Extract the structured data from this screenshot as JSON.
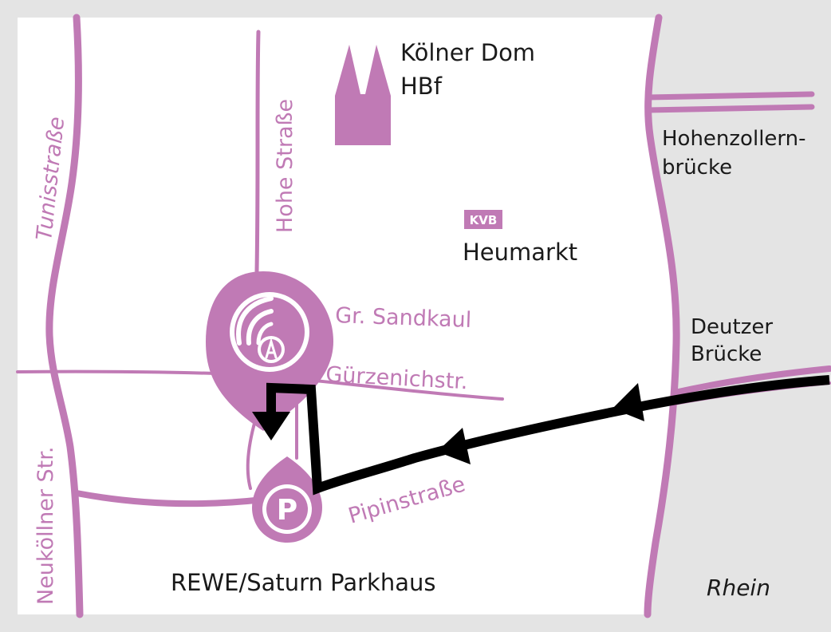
{
  "colors": {
    "background": "#e4e4e4",
    "map_area": "#ffffff",
    "accent": "#c07ab5",
    "route": "#000000",
    "text": "#1a1a1a"
  },
  "landmarks": {
    "cathedral_label": "Kölner Dom",
    "station_label": "HBf",
    "kvb_badge": "KVB",
    "kvb_stop": "Heumarkt",
    "bridge_north_line1": "Hohenzollern-",
    "bridge_north_line2": "brücke",
    "bridge_south_line1": "Deutzer",
    "bridge_south_line2": "Brücke",
    "river": "Rhein",
    "parking": "REWE/Saturn Parkhaus",
    "parking_symbol": "P"
  },
  "streets": {
    "tunis": "Tunisstraße",
    "hohe": "Hohe Straße",
    "sandkaul": "Gr. Sandkaul",
    "guerzenich": "Gürzenichstr.",
    "pipin": "Pipinstraße",
    "neukoellner": "Neukölln​er Str."
  },
  "icons": {
    "destination_marker": "location-pin-icon",
    "parking_marker": "parking-icon",
    "cathedral": "cathedral-icon",
    "route_arrows": "arrow-icon"
  }
}
